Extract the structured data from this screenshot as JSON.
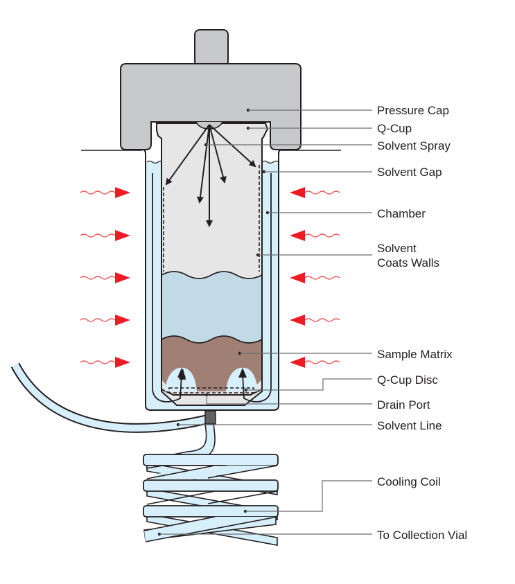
{
  "title": "Pressurized solvent extraction cell cross-section",
  "colors": {
    "cap": "#c8c9cb",
    "qcup": "#e6e6e7",
    "solvent": "#d7effb",
    "solvent_layer": "#c2dae6",
    "sample": "#a08074",
    "outline": "#231f20",
    "heat": "#ed1c24",
    "drain": "#606163",
    "leader": "#6d6e71"
  },
  "labels": [
    {
      "id": "pressure-cap",
      "text": "Pressure Cap"
    },
    {
      "id": "q-cup",
      "text": "Q-Cup"
    },
    {
      "id": "solvent-spray",
      "text": "Solvent Spray"
    },
    {
      "id": "solvent-gap",
      "text": "Solvent Gap"
    },
    {
      "id": "chamber",
      "text": "Chamber"
    },
    {
      "id": "solvent-coats-walls",
      "text": "Solvent",
      "text2": "Coats Walls"
    },
    {
      "id": "sample-matrix",
      "text": "Sample Matrix"
    },
    {
      "id": "q-cup-disc",
      "text": "Q-Cup Disc"
    },
    {
      "id": "drain-port",
      "text": "Drain Port"
    },
    {
      "id": "solvent-line",
      "text": "Solvent Line"
    },
    {
      "id": "cooling-coil",
      "text": "Cooling Coil"
    },
    {
      "id": "to-collection-vial",
      "text": "To Collection Vial"
    }
  ],
  "heat_arrows": {
    "left_count": 5,
    "right_count": 5,
    "direction": "inward"
  }
}
